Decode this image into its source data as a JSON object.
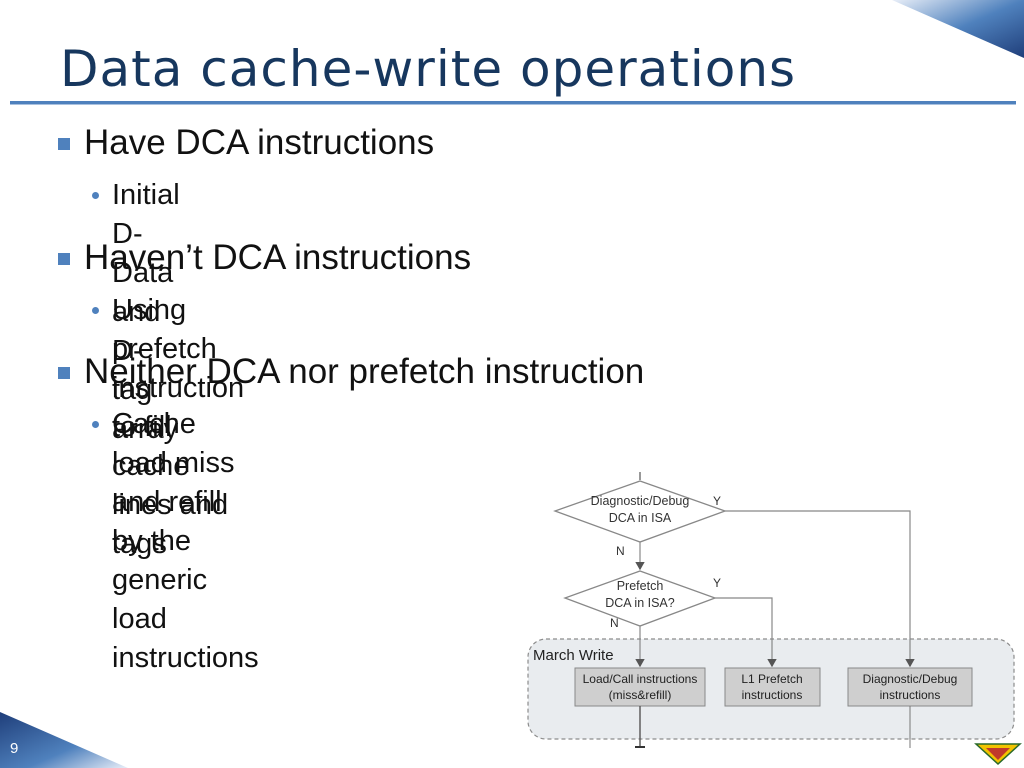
{
  "title": "Data cache-write operations",
  "bullets": [
    {
      "text": "Have DCA instructions",
      "sub": "Initial D-Data and D-tag array"
    },
    {
      "text": "Haven’t DCA instructions",
      "sub": "Using prefetch instruction to fill cache lines and tags"
    },
    {
      "text": "Neither DCA nor prefetch instruction",
      "sub_line1": "Cache load miss and refill by the generic load",
      "sub_line2": "instructions"
    }
  ],
  "flowchart": {
    "decision1_line1": "Diagnostic/Debug",
    "decision1_line2": "DCA in ISA",
    "decision1_yes": "Y",
    "decision1_no": "N",
    "decision2_line1": "Prefetch",
    "decision2_line2": "DCA in ISA?",
    "decision2_yes": "Y",
    "decision2_no": "N",
    "group_label": "March Write",
    "box1_line1": "Load/Call instructions",
    "box1_line2": "(miss&refill)",
    "box2_line1": "L1 Prefetch",
    "box2_line2": "instructions",
    "box3_line1": "Diagnostic/Debug",
    "box3_line2": "instructions"
  },
  "page_number": "9",
  "colors": {
    "accent": "#4f81bd",
    "title": "#17375e",
    "corner_dark": "#1f3e7a"
  }
}
